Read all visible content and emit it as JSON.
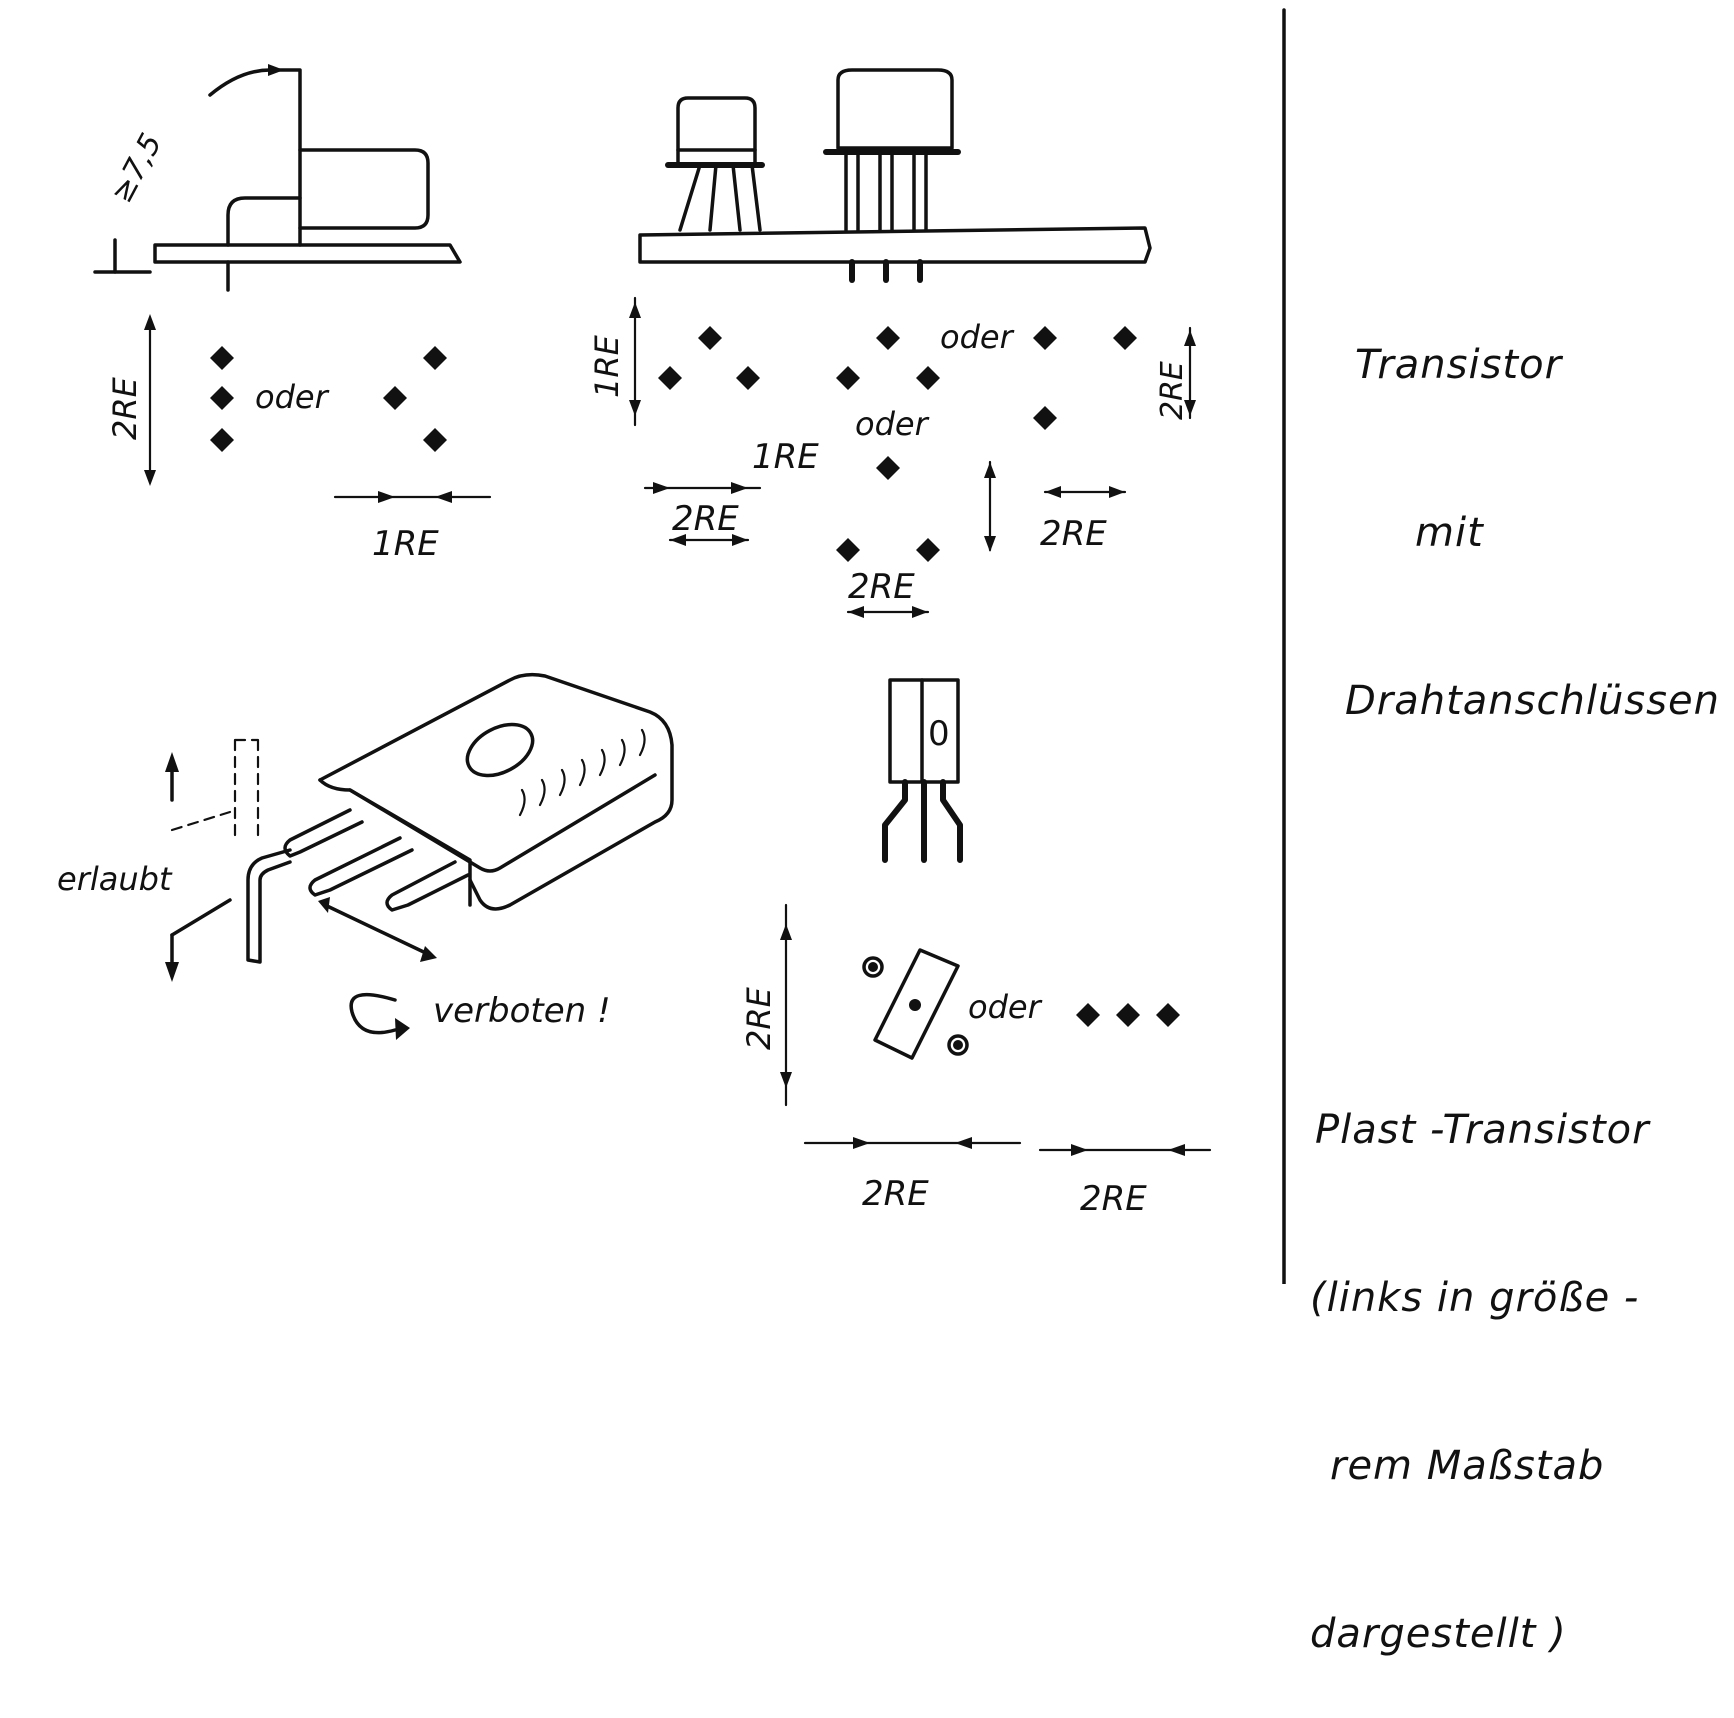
{
  "labels": {
    "min_height": "≥7,5",
    "re1": "1RE",
    "re2": "2RE",
    "oder": "oder",
    "erlaubt": "erlaubt",
    "verboten": "verboten !",
    "case_mark": "0"
  },
  "sections": [
    {
      "title_lines": [
        "Transistor",
        "mit",
        "Drahtanschlüssen"
      ]
    },
    {
      "title_lines": [
        "Plast -Transistor",
        "(links in größe -",
        "rem Maßstab",
        "dargestellt )"
      ]
    }
  ]
}
